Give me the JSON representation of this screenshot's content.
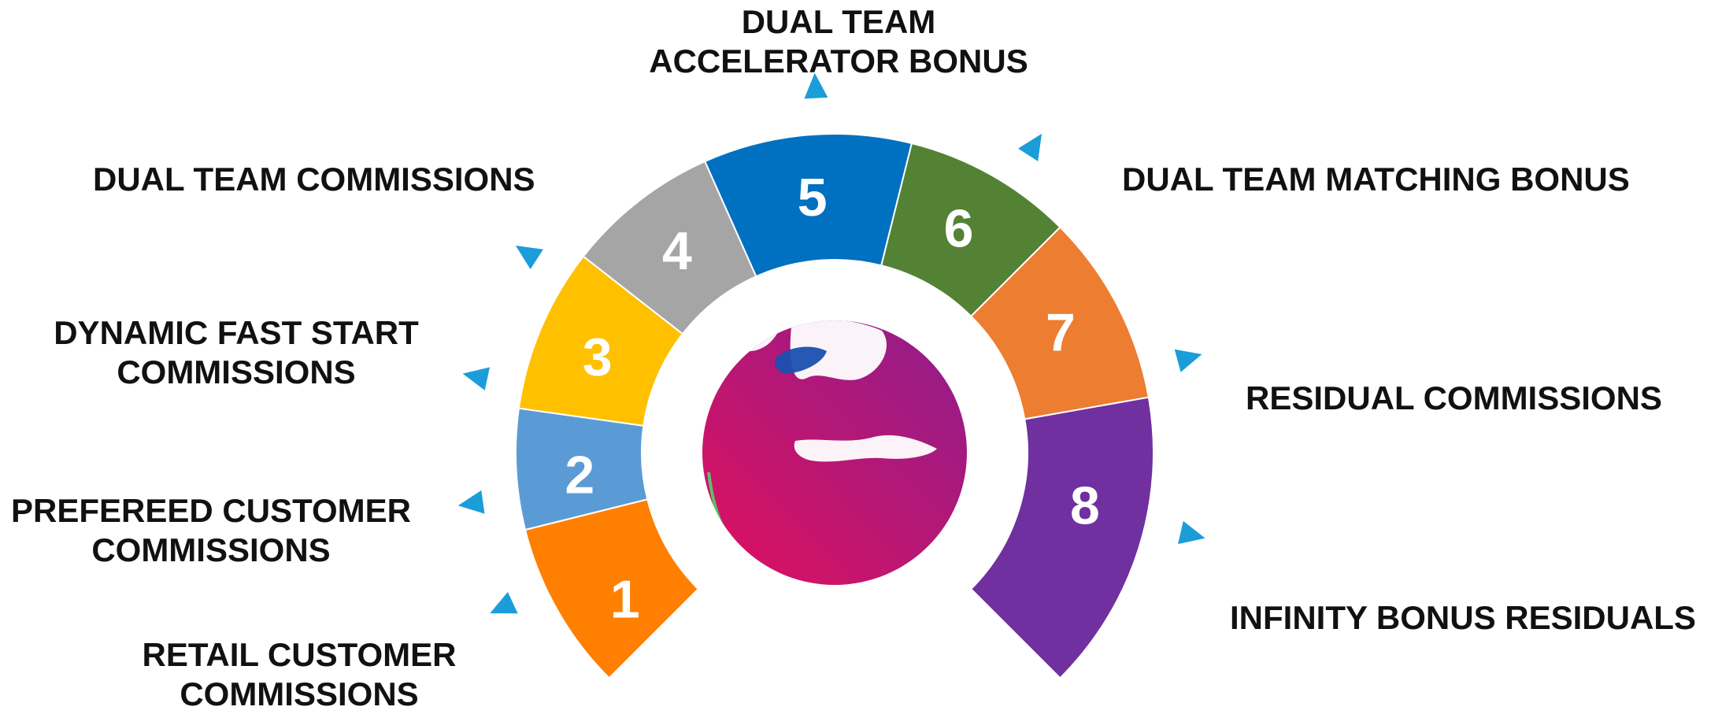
{
  "segments": [
    {
      "number": "1",
      "color": "#FF7F00",
      "label_lines": [
        "RETAIL CUSTOMER",
        "COMMISSIONS"
      ]
    },
    {
      "number": "2",
      "color": "#5B9BD5",
      "label_lines": [
        "PREFEREED CUSTOMER",
        "COMMISSIONS"
      ]
    },
    {
      "number": "3",
      "color": "#FFC000",
      "label_lines": [
        "DYNAMIC FAST START",
        "COMMISSIONS"
      ]
    },
    {
      "number": "4",
      "color": "#A5A5A5",
      "label_lines": [
        "DUAL TEAM COMMISSIONS"
      ]
    },
    {
      "number": "5",
      "color": "#0070C0",
      "label_lines": [
        "DUAL TEAM",
        "ACCELERATOR BONUS"
      ]
    },
    {
      "number": "6",
      "color": "#548235",
      "label_lines": [
        "DUAL TEAM MATCHING BONUS"
      ]
    },
    {
      "number": "7",
      "color": "#ED7D31",
      "label_lines": [
        "RESIDUAL COMMISSIONS"
      ]
    },
    {
      "number": "8",
      "color": "#7030A0",
      "label_lines": [
        "INFINITY BONUS RESIDUALS"
      ]
    }
  ],
  "colors": {
    "pointer": "#1B9DD9",
    "globe_start": "#E0105E",
    "globe_end": "#8E1E8C",
    "land_light": "#FFFFFF",
    "sea_dark": "#1A4FB0"
  }
}
